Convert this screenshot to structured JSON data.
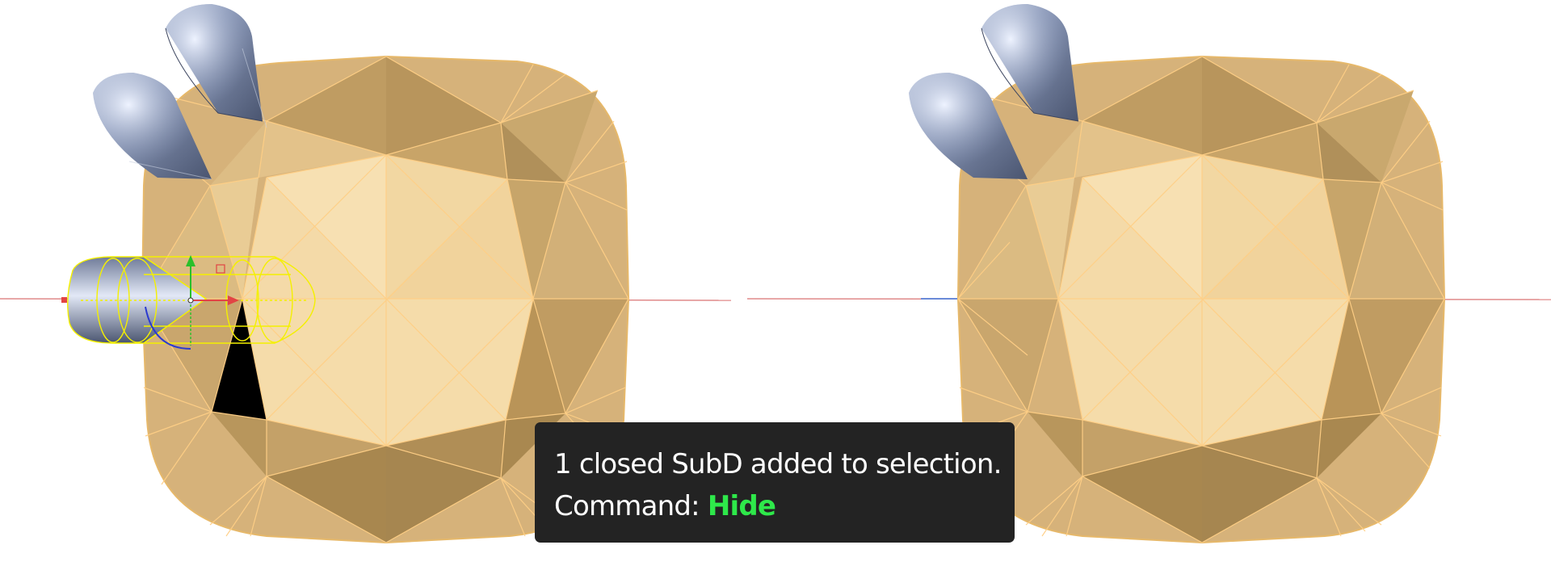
{
  "command_popup": {
    "status_message": "1 closed SubD added to selection.",
    "command_prompt": "Command:",
    "command_name": "Hide"
  },
  "viewports": [
    {
      "name": "left",
      "object": "cushion-gem-mesh",
      "prongs_visible": 3,
      "selected_prong_gumball": true
    },
    {
      "name": "right",
      "object": "cushion-gem-mesh",
      "prongs_visible": 2,
      "selected_prong_gumball": false
    }
  ],
  "colors": {
    "gem_fill": "#d9b57c",
    "gem_table": "#f5dcaa",
    "gem_wire": "#ffd08a",
    "prong": "#7d8aa8",
    "selection": "#f4f000",
    "axis_x": "#e24444",
    "axis_y": "#2ac02a",
    "axis_z": "#2a3ad0",
    "command_accent": "#2ee84a",
    "popup_bg": "#232323"
  }
}
